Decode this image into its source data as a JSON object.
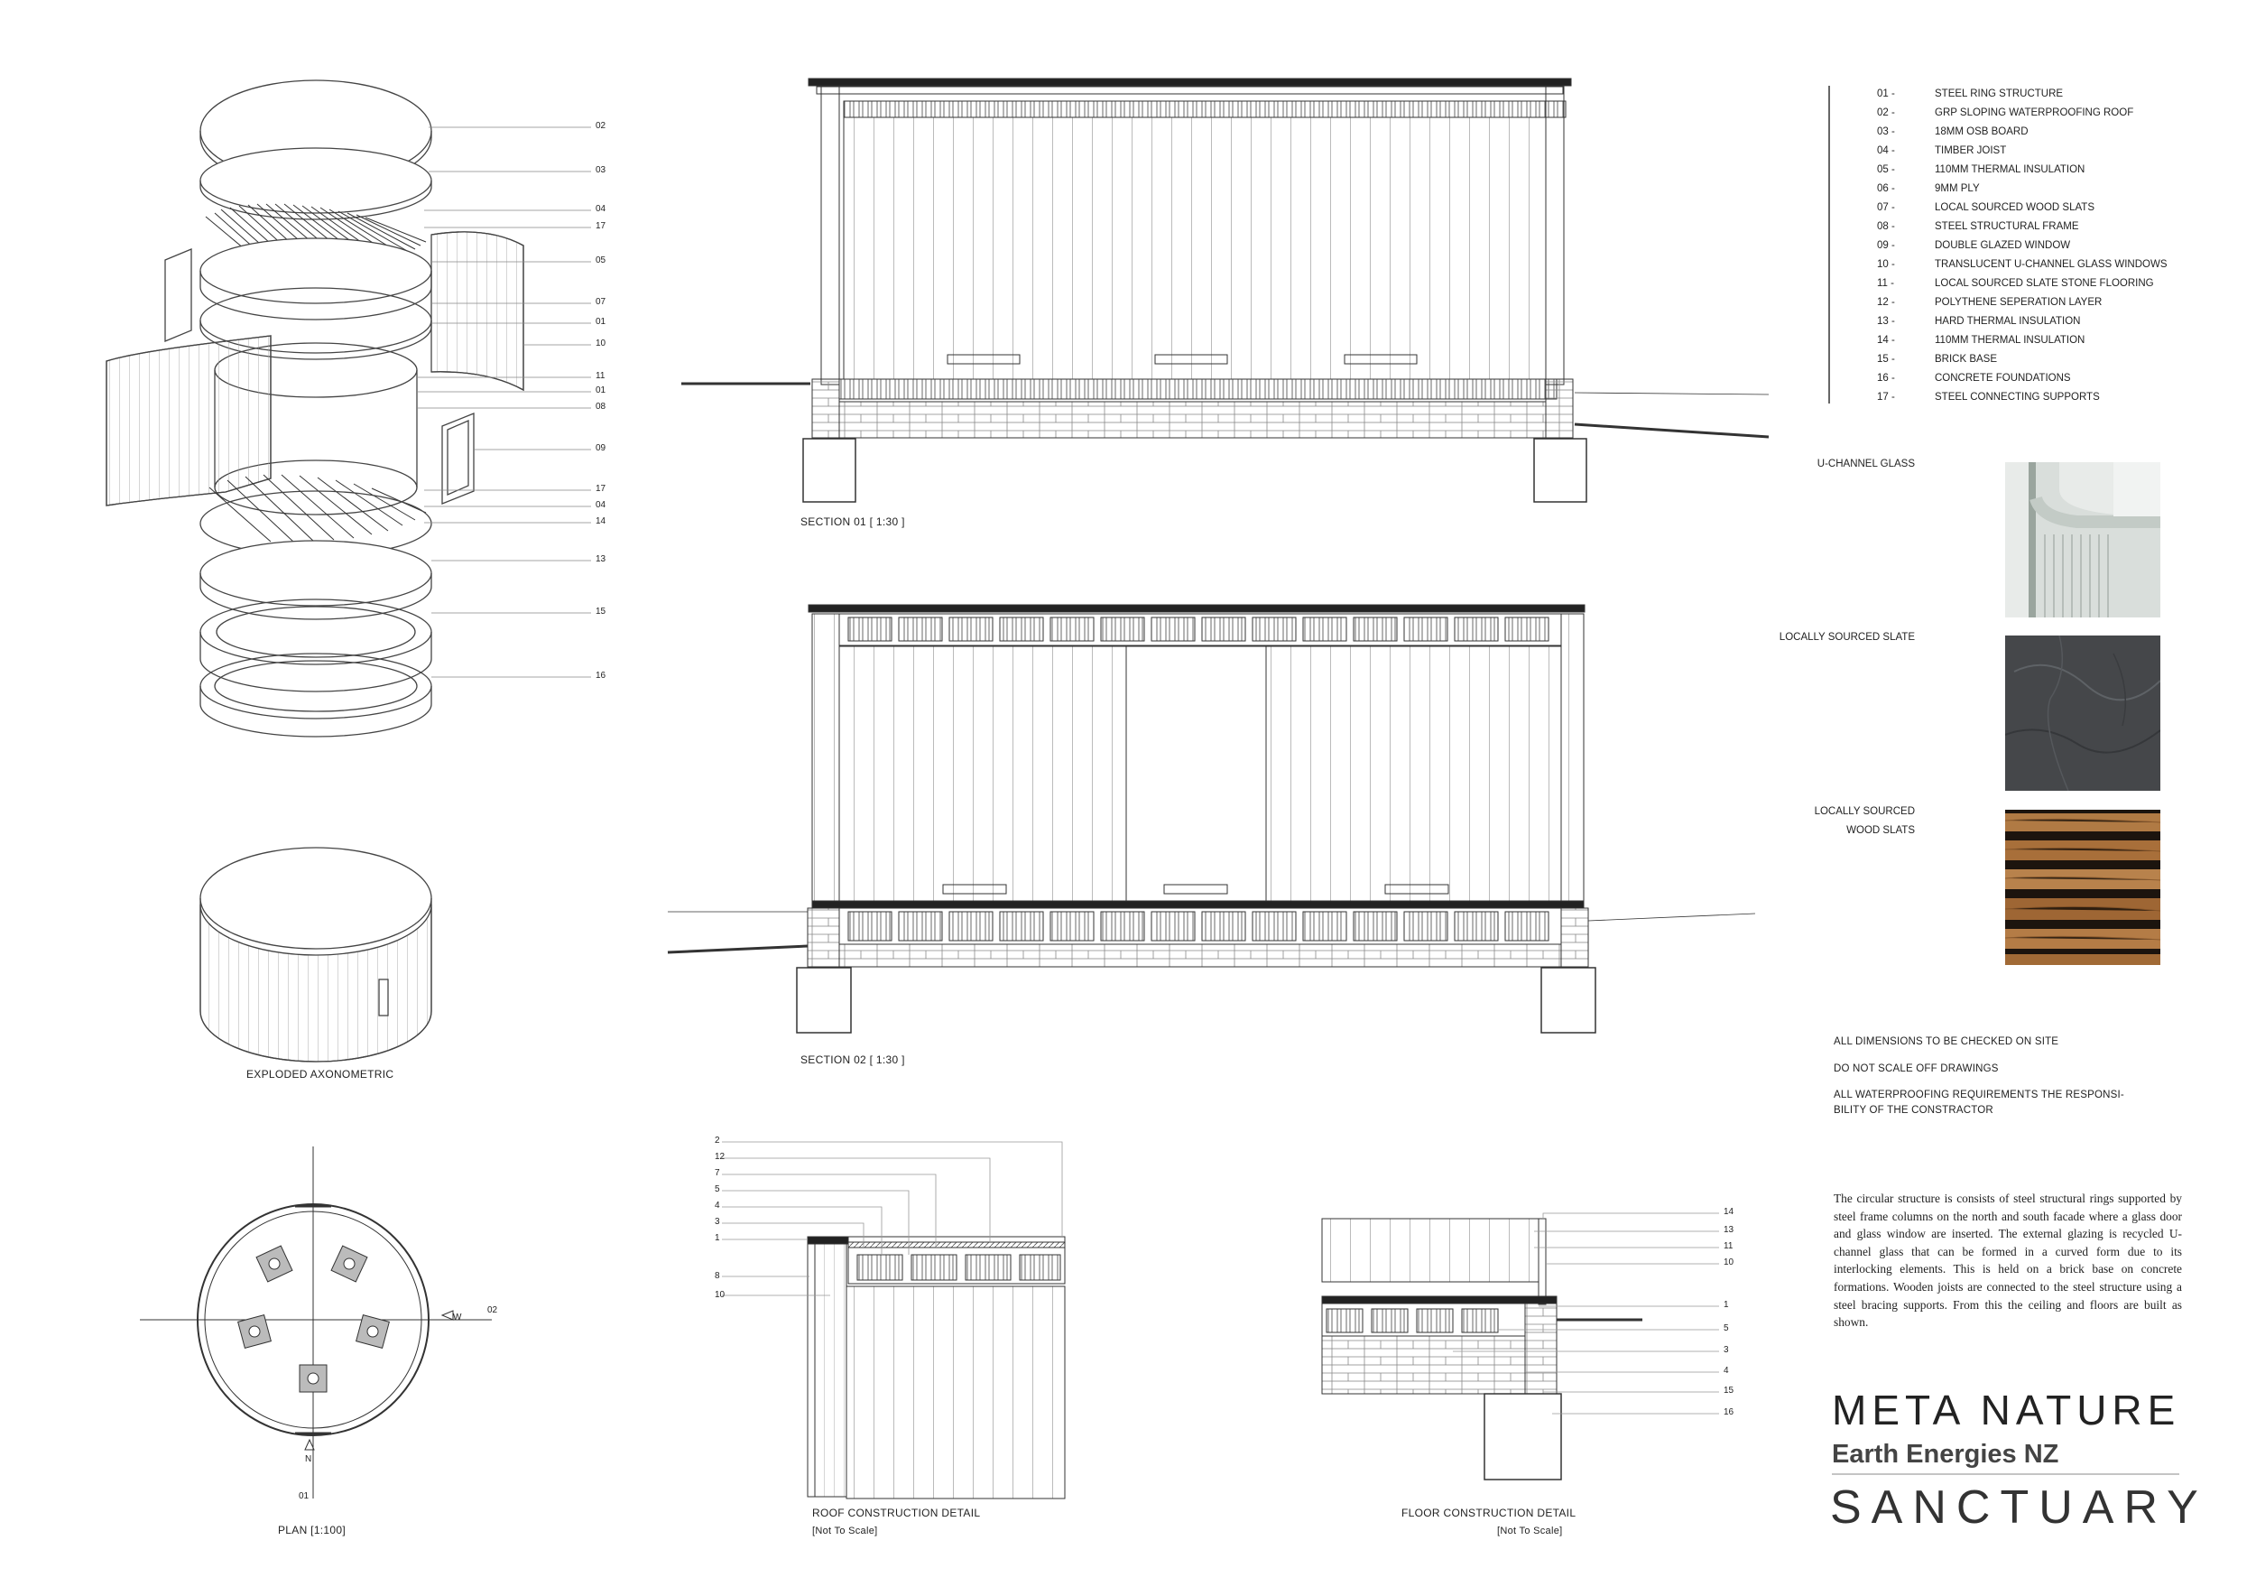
{
  "axo": {
    "caption": "EXPLODED AXONOMETRIC",
    "callouts": [
      "02",
      "03",
      "04",
      "17",
      "05",
      "07",
      "01",
      "10",
      "11",
      "01",
      "08",
      "09",
      "17",
      "04",
      "14",
      "13",
      "15",
      "16"
    ]
  },
  "plan": {
    "caption": "PLAN [1:100]",
    "w_label": "W",
    "n_label": "N",
    "ref_02": "02",
    "ref_01": "01"
  },
  "sections": {
    "s1": "SECTION 01  [ 1:30 ]",
    "s2": "SECTION 02  [ 1:30 ]"
  },
  "roof_detail": {
    "title": "ROOF CONSTRUCTION DETAIL",
    "subtitle": "[Not To Scale]",
    "callouts": [
      "2",
      "12",
      "7",
      "5",
      "4",
      "3",
      "1",
      "8",
      "10"
    ]
  },
  "floor_detail": {
    "title": "FLOOR CONSTRUCTION DETAIL",
    "subtitle": "[Not To Scale]",
    "callouts": [
      "14",
      "13",
      "11",
      "10",
      "1",
      "5",
      "3",
      "4",
      "15",
      "16"
    ]
  },
  "legend": [
    {
      "num": "01 -",
      "text": "STEEL RING STRUCTURE"
    },
    {
      "num": "02 -",
      "text": "GRP SLOPING WATERPROOFING ROOF"
    },
    {
      "num": "03 -",
      "text": "18MM OSB BOARD"
    },
    {
      "num": "04 -",
      "text": "TIMBER JOIST"
    },
    {
      "num": "05 -",
      "text": "110MM THERMAL INSULATION"
    },
    {
      "num": "06 -",
      "text": "9MM PLY"
    },
    {
      "num": "07 -",
      "text": "LOCAL SOURCED WOOD SLATS"
    },
    {
      "num": "08 -",
      "text": "STEEL STRUCTURAL FRAME"
    },
    {
      "num": "09 -",
      "text": "DOUBLE GLAZED WINDOW"
    },
    {
      "num": "10 -",
      "text": "TRANSLUCENT U-CHANNEL GLASS WINDOWS"
    },
    {
      "num": "11 -",
      "text": "LOCAL SOURCED SLATE STONE FLOORING"
    },
    {
      "num": "12 -",
      "text": "POLYTHENE SEPERATION LAYER"
    },
    {
      "num": "13 -",
      "text": "HARD THERMAL INSULATION"
    },
    {
      "num": "14 -",
      "text": "110MM THERMAL INSULATION"
    },
    {
      "num": "15 -",
      "text": "BRICK BASE"
    },
    {
      "num": "16 -",
      "text": "CONCRETE FOUNDATIONS"
    },
    {
      "num": "17 -",
      "text": "STEEL CONNECTING SUPPORTS"
    }
  ],
  "materials": {
    "glass": "U-CHANNEL GLASS",
    "slate": "LOCALLY SOURCED SLATE",
    "wood_line1": "LOCALLY SOURCED",
    "wood_line2": "WOOD SLATS"
  },
  "notes": {
    "n1": "ALL DIMENSIONS TO BE CHECKED ON SITE",
    "n2": "DO NOT SCALE OFF DRAWINGS",
    "n3a": "ALL WATERPROOFING REQUIREMENTS THE RESPONSI-",
    "n3b": "BILITY OF THE CONSTRACTOR"
  },
  "description": "The circular structure is consists of steel structural rings supported by steel frame columns on the north and south facade where a glass door and glass window are inserted. The external glazing is recycled U-channel glass that can be formed in a curved form due to its interlocking elements. This is held on a brick base on concrete formations. Wooden joists are connected to the steel structure using a steel bracing supports. From this the ceiling and floors are built as shown.",
  "brand": {
    "title": "META NATURE",
    "subtitle": "Earth Energies NZ",
    "name": "SANCTUARY"
  }
}
